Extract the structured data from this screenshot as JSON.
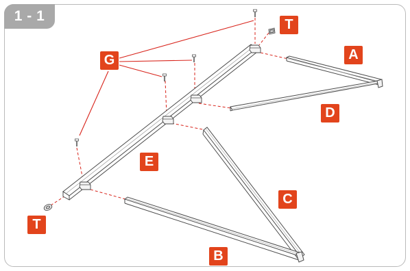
{
  "step": {
    "label": "1 - 1"
  },
  "labels": {
    "A": "A",
    "B": "B",
    "C": "C",
    "D": "D",
    "E": "E",
    "G": "G",
    "T_top": "T",
    "T_bottom": "T"
  },
  "colors": {
    "label_bg": "#e2441c",
    "tab_bg": "#a9a9a9",
    "frame_border": "#b9b9b9",
    "leader_dashed": "#d8231a",
    "leader_solid": "#d8231a"
  }
}
